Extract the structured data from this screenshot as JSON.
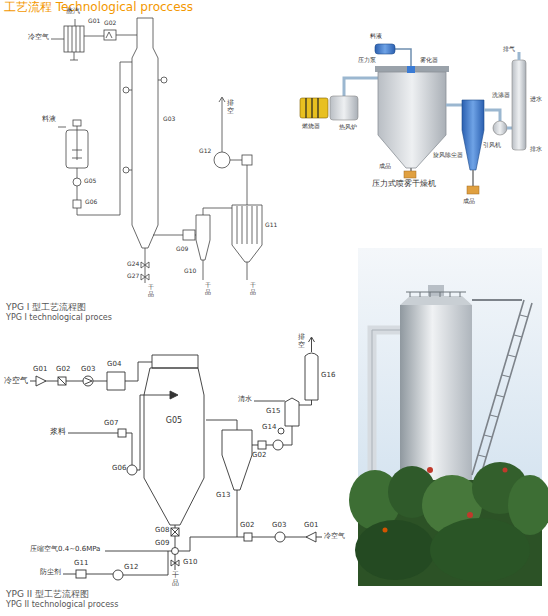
{
  "diagram": {
    "title": "工艺流程 Technological proccess",
    "nodes": [
      {
        "text": [
          "G04"
        ]
      },
      {
        "text": [
          "G05"
        ]
      },
      {
        "text": [
          "G13"
        ]
      },
      {
        "text": [
          "G15"
        ]
      },
      {
        "text": [
          "G16"
        ]
      }
    ],
    "edges": [
      {
        "from": 0,
        "to": 1,
        "arrow": "none"
      },
      {
        "from": 1,
        "to": 2,
        "arrow": "none"
      },
      {
        "from": 2,
        "to": 3,
        "arrow": "none"
      },
      {
        "from": 3,
        "to": 4,
        "arrow": "none"
      }
    ],
    "labels": [
      "蒸汽",
      "G01",
      "G02",
      "冷空气",
      "料液",
      "G03",
      "排空",
      "G12",
      "G05",
      "G06",
      "G09",
      "G11",
      "G24",
      "G27",
      "G10",
      "干品",
      "干品",
      "干品",
      "YPG I 型工艺流程图",
      "YPG I technological proces",
      "料液",
      "压力泵",
      "雾化器",
      "燃烧器",
      "热风炉",
      "旋风除尘器",
      "成品",
      "成品",
      "压力式喷雾干燥机",
      "排气",
      "洗涤器",
      "进水",
      "引风机",
      "排水",
      "冷空气",
      "G01",
      "G02",
      "G03",
      "浆料",
      "G07",
      "G06",
      "压缩空气0.4~0.6MPa",
      "G08",
      "G09",
      "防尘剂",
      "G11",
      "G12",
      "G10",
      "干品",
      "清水",
      "G14",
      "G02",
      "排空",
      "G02",
      "G03",
      "G01",
      "冷空气",
      "YPG II 型工艺流程图",
      "YPG II technological process"
    ]
  }
}
